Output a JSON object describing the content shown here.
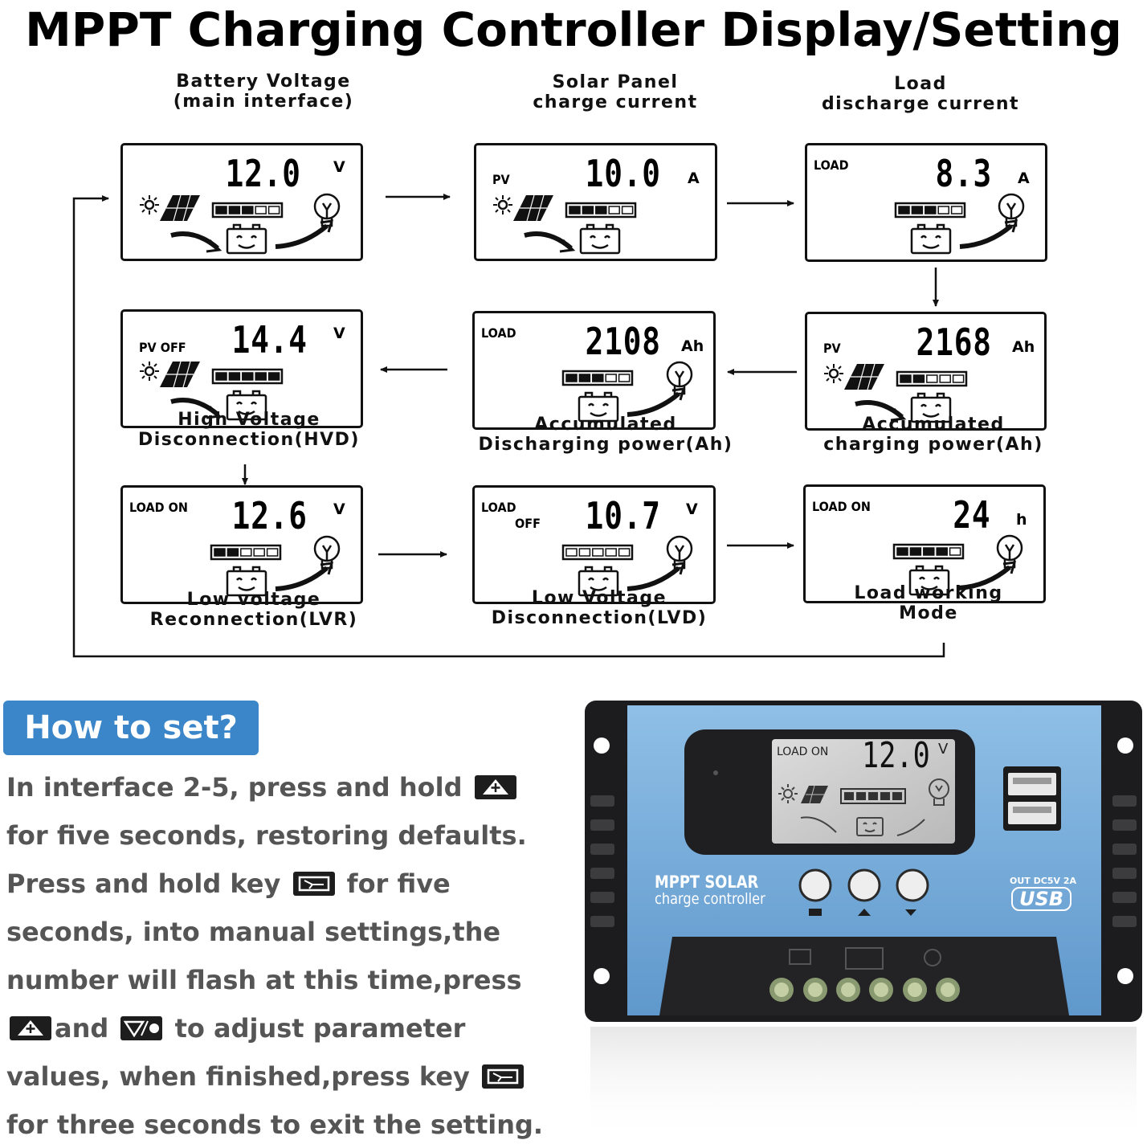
{
  "title": "MPPT Charging Controller Display/Setting",
  "screens": [
    {
      "id": "battery-voltage",
      "value": "12.0",
      "unit": "V",
      "tag": "",
      "tag2": "",
      "caption": [
        "Battery Voltage",
        "(main interface)"
      ],
      "show_solar": true,
      "show_load": true,
      "battery_bars": 3,
      "charge_arrow": true,
      "load_arrow": true
    },
    {
      "id": "solar-current",
      "value": "10.0",
      "unit": "A",
      "tag": "PV",
      "tag2": "",
      "caption": [
        "Solar Panel",
        "charge current"
      ],
      "show_solar": true,
      "show_load": false,
      "battery_bars": 3,
      "charge_arrow": true,
      "load_arrow": false
    },
    {
      "id": "load-current",
      "value": "8.3",
      "unit": "A",
      "tag": "LOAD",
      "tag2": "",
      "caption": [
        "Load",
        "discharge current"
      ],
      "show_solar": false,
      "show_load": true,
      "battery_bars": 3,
      "charge_arrow": false,
      "load_arrow": true
    },
    {
      "id": "accum-charge",
      "value": "2168",
      "unit": "Ah",
      "tag": "PV",
      "tag2": "",
      "caption": [
        "Accumulated",
        "charging power(Ah)"
      ],
      "show_solar": true,
      "show_load": false,
      "battery_bars": 2,
      "charge_arrow": true,
      "load_arrow": false
    },
    {
      "id": "accum-discharge",
      "value": "2108",
      "unit": "Ah",
      "tag": "LOAD",
      "tag2": "",
      "caption": [
        "Accumulated",
        "Discharging power(Ah)"
      ],
      "show_solar": false,
      "show_load": true,
      "battery_bars": 3,
      "charge_arrow": false,
      "load_arrow": true
    },
    {
      "id": "hvd",
      "value": "14.4",
      "unit": "V",
      "tag": "PV OFF",
      "tag2": "",
      "caption": [
        "High Voltage",
        "Disconnection(HVD)"
      ],
      "show_solar": true,
      "show_load": false,
      "battery_bars": 5,
      "charge_arrow": true,
      "load_arrow": false
    },
    {
      "id": "lvr",
      "value": "12.6",
      "unit": "V",
      "tag": "LOAD ON",
      "tag2": "",
      "caption": [
        "Low voltage",
        "Reconnection(LVR)"
      ],
      "show_solar": false,
      "show_load": true,
      "battery_bars": 2,
      "charge_arrow": false,
      "load_arrow": true
    },
    {
      "id": "lvd",
      "value": "10.7",
      "unit": "V",
      "tag": "LOAD",
      "tag2": "OFF",
      "caption": [
        "Low Voltage",
        "Disconnection(LVD)"
      ],
      "show_solar": false,
      "show_load": true,
      "battery_bars": 0,
      "charge_arrow": false,
      "load_arrow": true
    },
    {
      "id": "load-mode",
      "value": "24",
      "unit": "h",
      "tag": "LOAD ON",
      "tag2": "",
      "caption": [
        "Load working",
        "Mode"
      ],
      "show_solar": false,
      "show_load": true,
      "battery_bars": 4,
      "charge_arrow": false,
      "load_arrow": true
    }
  ],
  "howto": {
    "heading": "How to set?",
    "lines": [
      [
        {
          "t": "In interface 2-5, press and hold "
        },
        {
          "key": "up"
        }
      ],
      [
        {
          "t": "for five seconds, restoring defaults."
        }
      ],
      [
        {
          "t": "Press and hold key "
        },
        {
          "key": "set"
        },
        {
          "t": " for five"
        }
      ],
      [
        {
          "t": "seconds, into manual settings,the"
        }
      ],
      [
        {
          "t": "number will flash at this time,press"
        }
      ],
      [
        {
          "key": "up"
        },
        {
          "t": "and "
        },
        {
          "key": "down"
        },
        {
          "t": " to adjust parameter"
        }
      ],
      [
        {
          "t": "values, when finished,press key "
        },
        {
          "key": "set"
        }
      ],
      [
        {
          "t": "for three seconds to exit the setting."
        }
      ]
    ]
  },
  "device": {
    "brand_line1": "MPPT SOLAR",
    "brand_line2": "charge controller",
    "usb_label": "OUT DC5V 2A",
    "usb_logo": "USB",
    "lcd_tag": "LOAD ON",
    "lcd_value": "12.0",
    "lcd_unit": "V",
    "body_color": "#6fa8d8",
    "frame_color": "#1c1c1e"
  }
}
